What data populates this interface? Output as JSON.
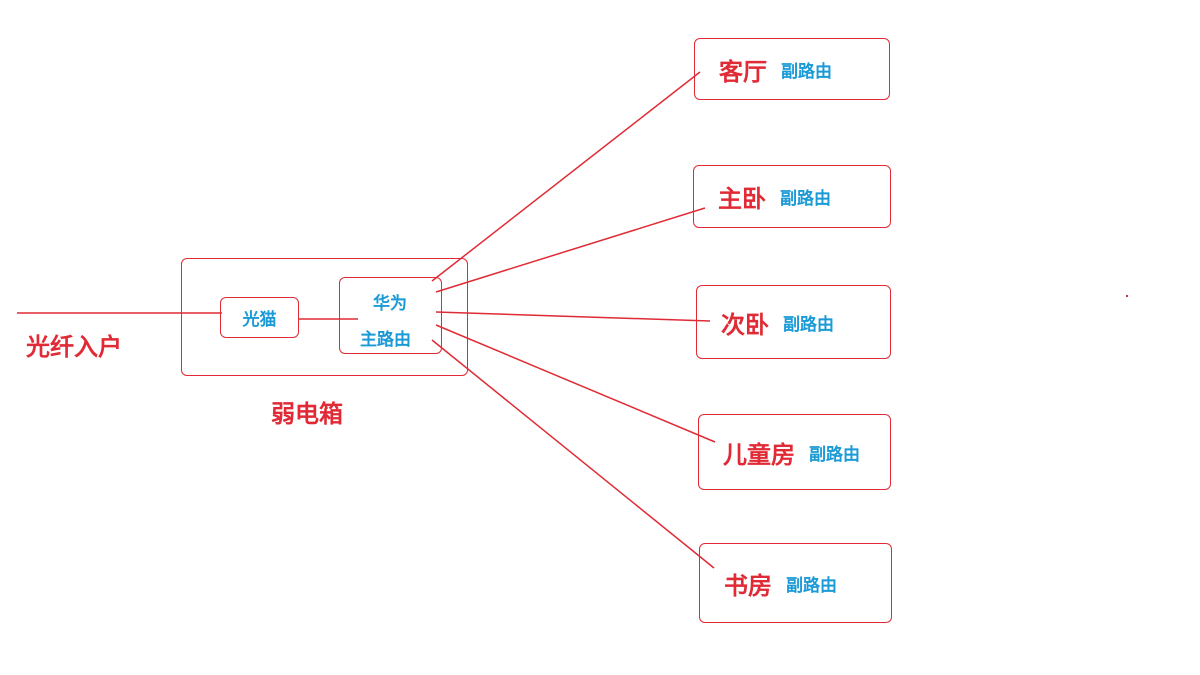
{
  "entry": {
    "label": "光纤入户"
  },
  "cabinet": {
    "label": "弱电箱"
  },
  "modem": {
    "label": "光猫"
  },
  "main_router": {
    "line1": "华为",
    "line2": "主路由"
  },
  "rooms": [
    {
      "name": "客厅",
      "router": "副路由"
    },
    {
      "name": "主卧",
      "router": "副路由"
    },
    {
      "name": "次卧",
      "router": "副路由"
    },
    {
      "name": "儿童房",
      "router": "副路由"
    },
    {
      "name": "书房",
      "router": "副路由"
    }
  ],
  "colors": {
    "line": "#e02a35",
    "title": "#e02a35",
    "device": "#1a9ad6"
  }
}
